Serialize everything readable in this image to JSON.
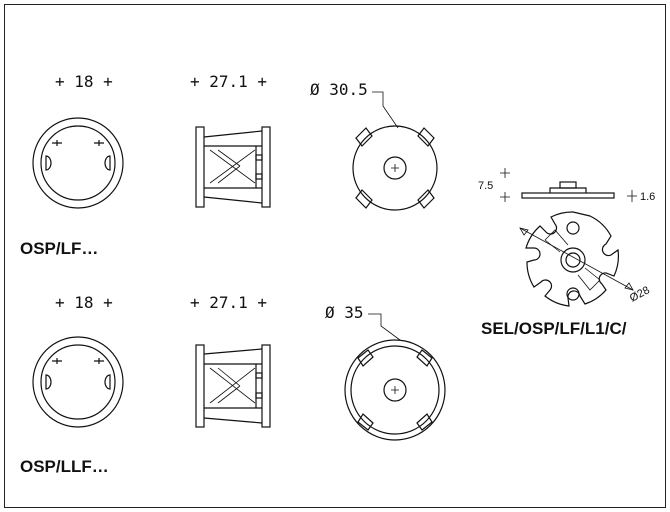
{
  "dimensions": {
    "width_18_top": "+ 18 +",
    "width_271_top": "+ 27.1 +",
    "diameter_305": "Ø 30.5",
    "width_18_bottom": "+ 18 +",
    "width_271_bottom": "+ 27.1 +",
    "diameter_35": "Ø 35",
    "height_75": "7.5",
    "thickness_16": "1.6",
    "diameter_28": "Ø28"
  },
  "labels": {
    "osp_lf": "OSP/LF…",
    "osp_llf": "OSP/LLF…",
    "sel_osp": "SEL/OSP/LF/L1/C/"
  }
}
